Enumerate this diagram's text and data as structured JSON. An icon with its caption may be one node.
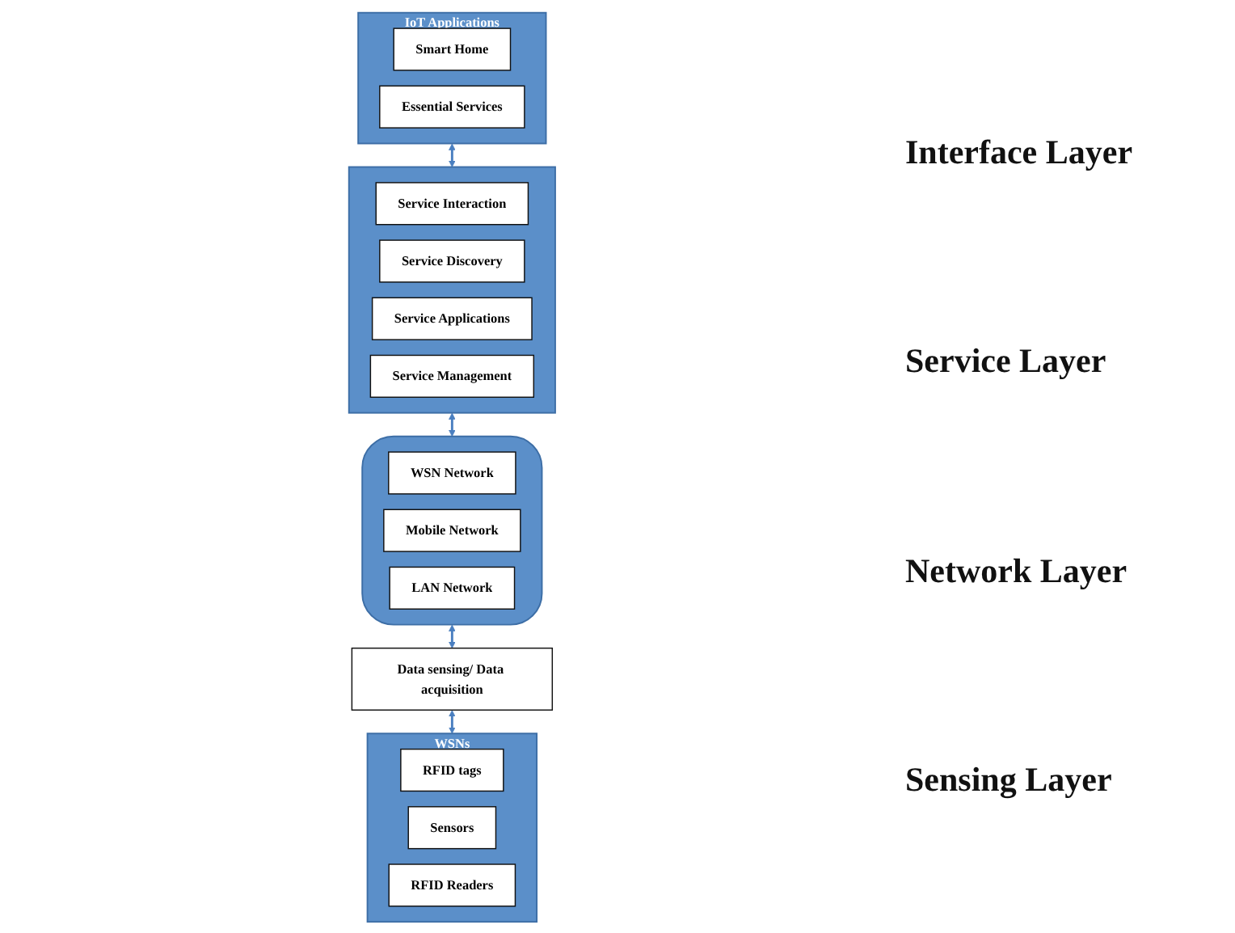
{
  "diagram": {
    "nodes": [
      {
        "text": [
          "IoT Applications"
        ]
      },
      {
        "text": [
          "Smart Home"
        ],
        "in": 0
      },
      {
        "text": [
          "Essential Services"
        ],
        "in": 0
      },
      {
        "text": [],
        "shape": "box"
      },
      {
        "text": [
          "Service Interaction"
        ],
        "in": 3
      },
      {
        "text": [
          "Service Discovery"
        ],
        "in": 3
      },
      {
        "text": [
          "Service Applications"
        ],
        "in": 3
      },
      {
        "text": [
          "Service Management"
        ],
        "in": 3
      },
      {
        "text": [],
        "shape": "cloud"
      },
      {
        "text": [
          "WSN Network"
        ],
        "in": 8
      },
      {
        "text": [
          "Mobile Network"
        ],
        "in": 8
      },
      {
        "text": [
          "LAN Network"
        ],
        "in": 8
      },
      {
        "text": [
          "Data sensing/ Data acquisition"
        ]
      },
      {
        "text": [
          "WSNs"
        ]
      },
      {
        "text": [
          "RFID tags"
        ],
        "in": 13
      },
      {
        "text": [
          "Sensors"
        ],
        "in": 13
      },
      {
        "text": [
          "RFID Readers"
        ],
        "in": 13
      }
    ],
    "edges": [
      {
        "from": 0,
        "to": 3,
        "arrow": "both"
      },
      {
        "from": 3,
        "to": 8,
        "arrow": "both"
      },
      {
        "from": 8,
        "to": 12,
        "arrow": "both"
      },
      {
        "from": 12,
        "to": 13,
        "arrow": "both"
      }
    ],
    "labels": [
      "Interface Layer",
      "Service Layer",
      "Network Layer",
      "Sensing Layer"
    ]
  }
}
